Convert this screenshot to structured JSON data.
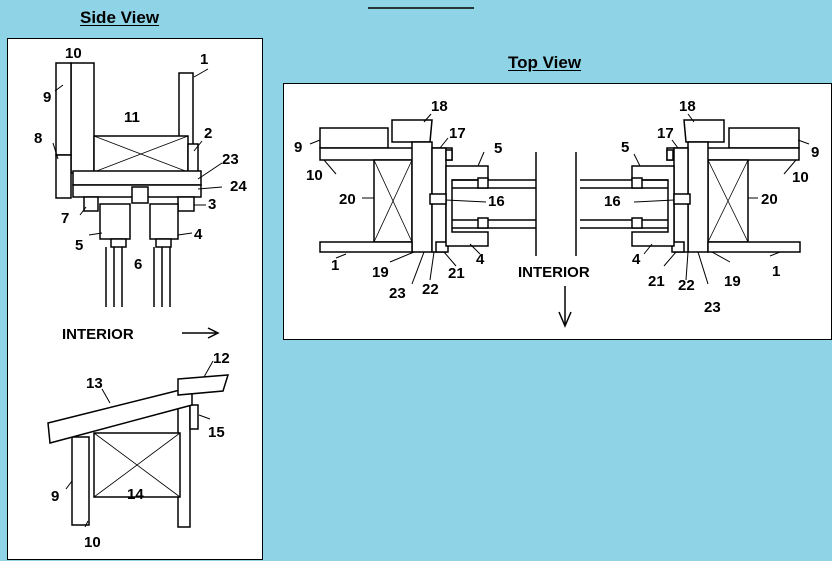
{
  "header_title": "",
  "side_view": {
    "title": "Side View",
    "interior_label": "INTERIOR",
    "labels": {
      "l10_top": "10",
      "l1": "1",
      "l9_top": "9",
      "l11": "11",
      "l8": "8",
      "l2": "2",
      "l23": "23",
      "l24": "24",
      "l7": "7",
      "l3": "3",
      "l4": "4",
      "l5": "5",
      "l6": "6",
      "l12": "12",
      "l13": "13",
      "l15": "15",
      "l9_bot": "9",
      "l14": "14",
      "l10_bot": "10"
    }
  },
  "top_view": {
    "title": "Top View",
    "interior_label": "INTERIOR",
    "left_labels": {
      "l18": "18",
      "l17": "17",
      "l9": "9",
      "l10": "10",
      "l5": "5",
      "l20": "20",
      "l16": "16",
      "l1": "1",
      "l19": "19",
      "l23": "23",
      "l22": "22",
      "l21": "21",
      "l4": "4"
    },
    "right_labels": {
      "l18": "18",
      "l17": "17",
      "l5": "5",
      "l9": "9",
      "l10": "10",
      "l20": "20",
      "l16": "16",
      "l4": "4",
      "l21": "21",
      "l22": "22",
      "l19": "19",
      "l1": "1",
      "l23": "23"
    }
  }
}
